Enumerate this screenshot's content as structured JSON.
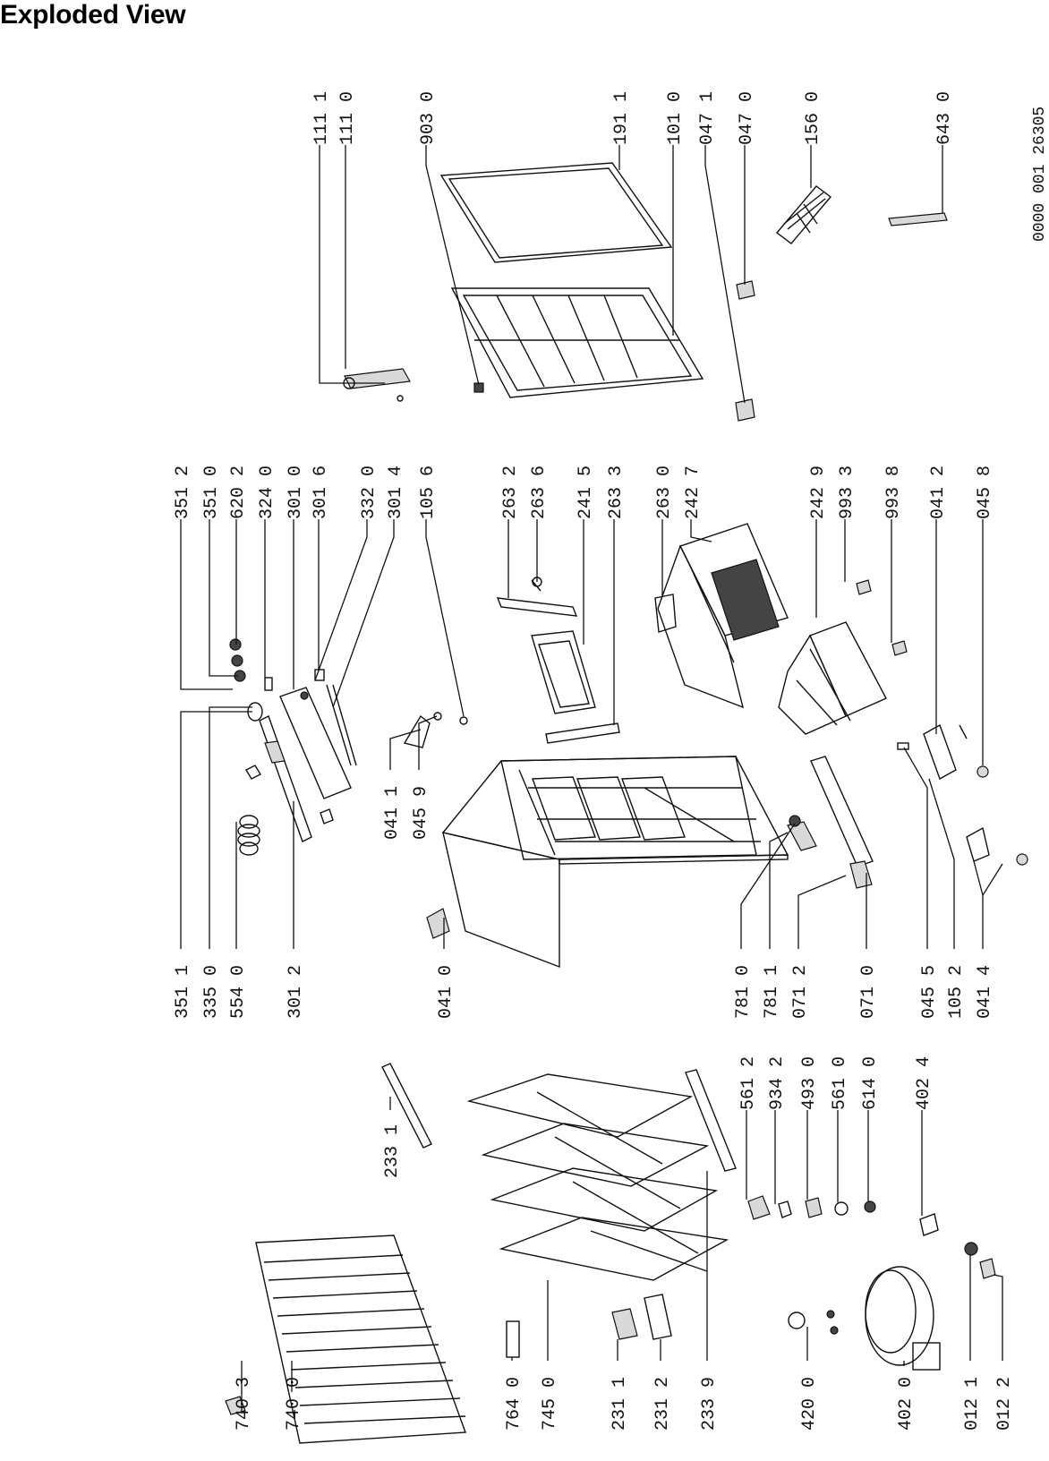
{
  "title": "Exploded View",
  "drawing_number": "0000 001 26305",
  "labels": {
    "p1111": "111 1",
    "p1110": "111 0",
    "p9030": "903 0",
    "p1911": "191 1",
    "p1010": "101 0",
    "p0471": "047 1",
    "p0470": "047 0",
    "p1560": "156 0",
    "p6430": "643 0",
    "p3512": "351 2",
    "p3510": "351 0",
    "p6202": "620 2",
    "p3240": "324 0",
    "p3010": "301 0",
    "p3016": "301 6",
    "p3320": "332 0",
    "p3014": "301 4",
    "p1056": "105 6",
    "p2632": "263 2",
    "p2636": "263 6",
    "p2415": "241 5",
    "p2633": "263 3",
    "p2630": "263 0",
    "p2427": "242 7",
    "p2429": "242 9",
    "p9933": "993 3",
    "p9938": "993 8",
    "p0412": "041 2",
    "p0458": "045 8",
    "p3511": "351 1",
    "p3350": "335 0",
    "p5540": "554 0",
    "p3012": "301 2",
    "p0411": "041 1",
    "p0459": "045 9",
    "p0410": "041 0",
    "p7810": "781 0",
    "p7811": "781 1",
    "p0712": "071 2",
    "p0710": "071 0",
    "p0455": "045 5",
    "p1052": "105 2",
    "p0414": "041 4",
    "p2331": "233 1",
    "p5612": "561 2",
    "p9342": "934 2",
    "p4930": "493 0",
    "p5610": "561 0",
    "p6140": "614 0",
    "p4024": "402 4",
    "p7403": "740 3",
    "p7400": "740 0",
    "p7640": "764 0",
    "p7450": "745 0",
    "p2311": "231 1",
    "p2312": "231 2",
    "p2339": "233 9",
    "p4200": "420 0",
    "p4020": "402 0",
    "p0121": "012 1",
    "p0122": "012 2"
  }
}
